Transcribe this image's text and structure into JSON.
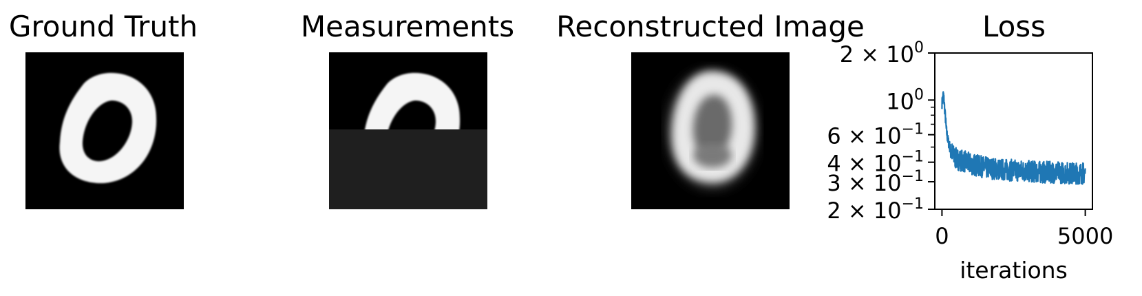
{
  "panels": [
    {
      "title": "Ground Truth"
    },
    {
      "title": "Measurements"
    },
    {
      "title": "Reconstructed Image"
    }
  ],
  "chart_data": {
    "type": "line",
    "title": "Loss",
    "xlabel": "iterations",
    "ylabel": "",
    "yscale": "log",
    "xlim": [
      -250,
      5250
    ],
    "ylim": [
      0.2,
      2.0
    ],
    "x_ticks": [
      0,
      5000
    ],
    "x_tick_labels": [
      "0",
      "5000"
    ],
    "y_ticks": [
      2.0,
      1.0,
      0.6,
      0.4,
      0.3,
      0.2
    ],
    "y_tick_labels": [
      {
        "base": "2 × 10",
        "exp": "0"
      },
      {
        "base": "10",
        "exp": "0"
      },
      {
        "base": "6 × 10",
        "exp": "−1"
      },
      {
        "base": "4 × 10",
        "exp": "−1"
      },
      {
        "base": "3 × 10",
        "exp": "−1"
      },
      {
        "base": "2 × 10",
        "exp": "−1"
      }
    ],
    "grid": false,
    "series": [
      {
        "color": "#1f77b4",
        "x": [
          0,
          50,
          100,
          150,
          200,
          300,
          400,
          500,
          700,
          1000,
          1500,
          2000,
          2500,
          3000,
          3500,
          4000,
          4500,
          5000
        ],
        "y": [
          0.95,
          1.1,
          0.85,
          0.65,
          0.56,
          0.48,
          0.44,
          0.42,
          0.41,
          0.39,
          0.37,
          0.36,
          0.355,
          0.35,
          0.345,
          0.345,
          0.34,
          0.34
        ],
        "noise_band": 0.14
      }
    ]
  }
}
